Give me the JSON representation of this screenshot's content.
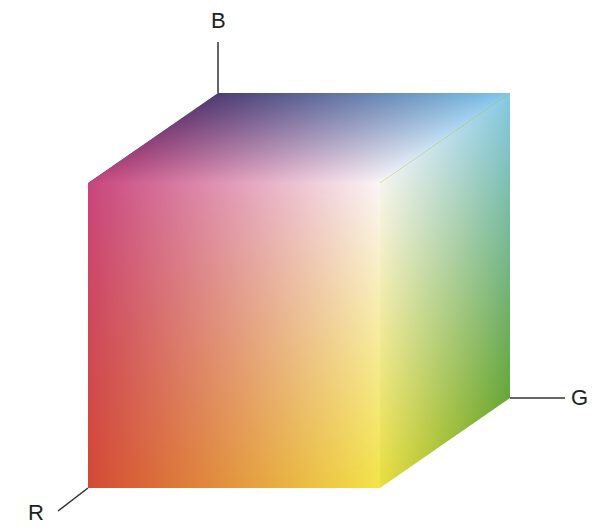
{
  "diagram": {
    "labels": [
      "B",
      "R",
      "G"
    ]
  }
}
